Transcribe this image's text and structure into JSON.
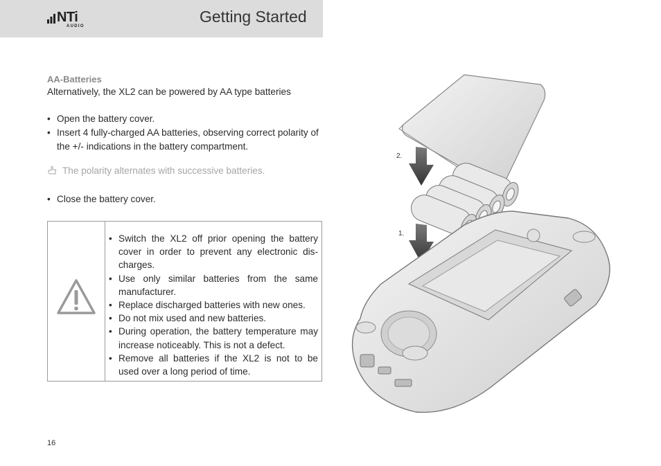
{
  "header": {
    "logo_text": "NTi",
    "logo_subtext": "AUDIO",
    "title": "Getting Started"
  },
  "section": {
    "heading": "AA-Batteries",
    "intro": "Alternatively, the XL2 can be powered by AA type batteries",
    "bullets": [
      "Open the battery cover.",
      "Insert 4 fully-charged AA batteries, observing correct polarity of the +/- indications in the battery compartment."
    ],
    "note": "The polarity alternates with successive batteries.",
    "final_bullet": "Close the battery cover."
  },
  "warning": {
    "items": [
      "Switch the XL2 off prior opening the battery cover in order to prevent any electronic dis-charges.",
      "Use only similar batteries from the same manufacturer.",
      "Replace discharged batteries with new ones.",
      "Do not mix used and new batteries.",
      "During operation, the battery temperature may increase noticeably. This is not a defect.",
      "Remove all batteries if the XL2 is not to be used over a long period of time."
    ]
  },
  "illustration": {
    "step1_label": "1.",
    "step2_label": "2."
  },
  "footer": {
    "page_number": "16"
  },
  "icons": {
    "logo": "nti-audio-logo",
    "note": "pointing-hand-icon",
    "warning": "warning-triangle-icon",
    "arrow": "down-arrow-icon"
  }
}
